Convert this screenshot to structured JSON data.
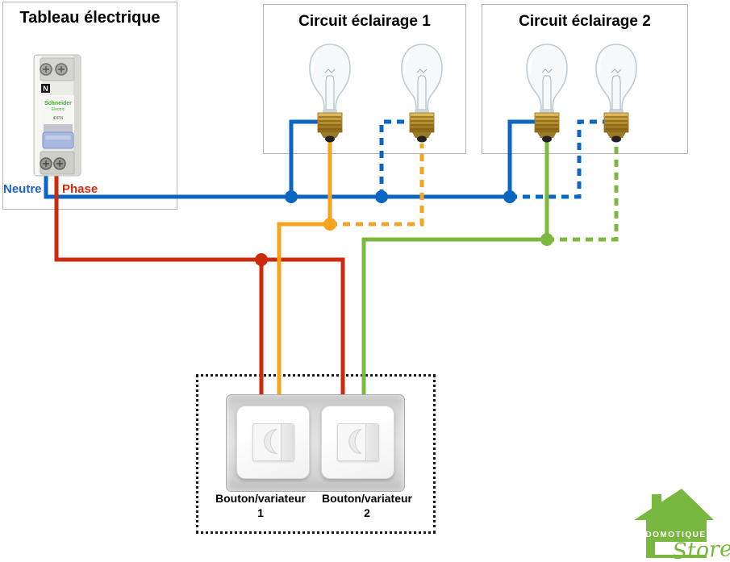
{
  "panel": {
    "title": "Tableau électrique",
    "neutral_label": "Neutre",
    "phase_label": "Phase",
    "breaker": {
      "n_marking": "N",
      "brand_line1": "Schneider",
      "brand_line2": "Electric",
      "model": "iDPN"
    }
  },
  "circuit1": {
    "title": "Circuit éclairage 1"
  },
  "circuit2": {
    "title": "Circuit éclairage 2"
  },
  "switch_box": {
    "switch1": {
      "label": "Bouton/variateur",
      "number": "1"
    },
    "switch2": {
      "label": "Bouton/variateur",
      "number": "2"
    }
  },
  "logo": {
    "name": "DOMOTIQUE",
    "suffix": "Store"
  },
  "colors": {
    "neutral_wire": "#0b66c2",
    "phase_wire": "#cb2a0e",
    "circuit1_wire": "#f6a31d",
    "circuit2_wire": "#7cb93e",
    "label_neutral": "#1a62c4",
    "label_phase": "#d12c0e",
    "logo_green": "#79b83f"
  }
}
